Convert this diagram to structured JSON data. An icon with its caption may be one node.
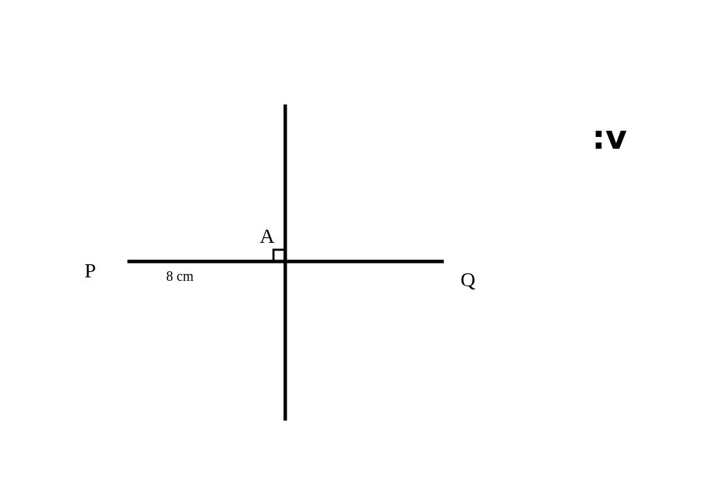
{
  "diagram": {
    "labels": [
      "A",
      "P",
      "8 cm",
      "Q",
      ":v"
    ]
  }
}
